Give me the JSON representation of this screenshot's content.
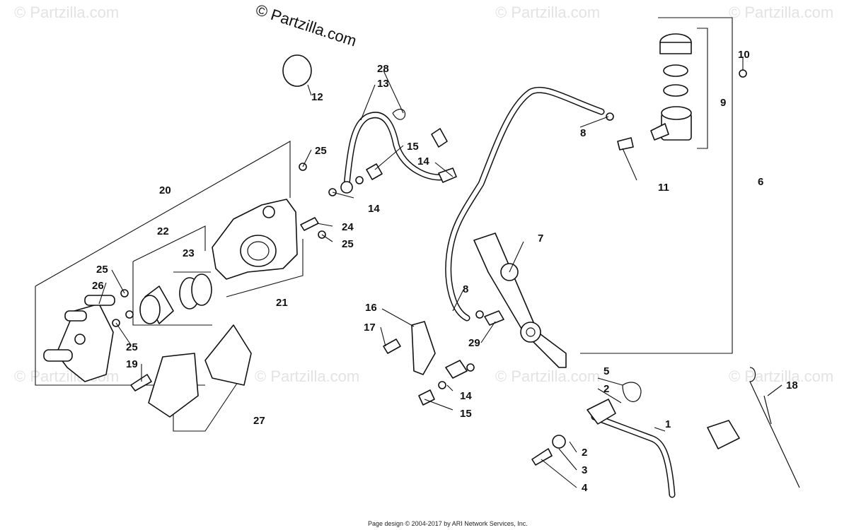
{
  "watermark": {
    "main_text": "© Partzilla.com",
    "faint_text": "© Partzilla.com"
  },
  "footer": {
    "copyright": "Page design © 2004-2017 by ARI Network Services, Inc."
  },
  "callouts": {
    "c1": "1",
    "c2a": "2",
    "c2b": "2",
    "c3": "3",
    "c4": "4",
    "c5": "5",
    "c6": "6",
    "c7": "7",
    "c8a": "8",
    "c8b": "8",
    "c9": "9",
    "c10": "10",
    "c11": "11",
    "c12": "12",
    "c13": "13",
    "c14a": "14",
    "c14b": "14",
    "c14c": "14",
    "c15a": "15",
    "c15b": "15",
    "c16": "16",
    "c17": "17",
    "c18": "18",
    "c19": "19",
    "c20": "20",
    "c21": "21",
    "c22": "22",
    "c23": "23",
    "c24": "24",
    "c25a": "25",
    "c25b": "25",
    "c25c": "25",
    "c25d": "25",
    "c26": "26",
    "c27": "27",
    "c28": "28",
    "c29": "29"
  }
}
